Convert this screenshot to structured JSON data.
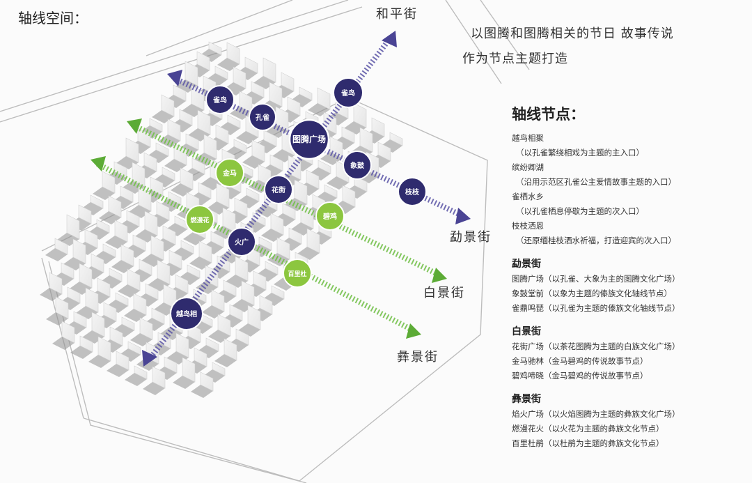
{
  "title": "轴线空间：",
  "streets": {
    "heping": "和平街",
    "mengjing": "勐景街",
    "baijing": "白景街",
    "yijing": "彝景街"
  },
  "theme": {
    "line1": "以图腾和图腾相关的节日 故事传说",
    "line2": "作为节点主题打造"
  },
  "colors": {
    "purple_node": "#2f2b6e",
    "green_node": "#8cc63f",
    "purple_axis": "#5b55a6",
    "green_axis": "#6fbf44"
  },
  "nodes": {
    "tuteng": "图腾广场",
    "purple_1": "雀鸟",
    "purple_2": "孔雀",
    "purple_3": "雀鸟",
    "purple_4": "象鼓",
    "purple_5": "枝枝",
    "purple_6": "花街",
    "purple_7": "火广",
    "purple_8": "越鸟相",
    "green_1": "金马",
    "green_2": "碧鸡",
    "green_3": "燃漫花",
    "green_4": "百里杜"
  },
  "legend": {
    "heading": "轴线节点：",
    "axis_items": [
      {
        "name": "越鸟相聚",
        "desc": "（以孔雀繁绕相戏为主题的主入口）"
      },
      {
        "name": "缤纷卿湖",
        "desc": "（沿用示范区孔雀公主爱情故事主题的入口）"
      },
      {
        "name": "雀栖水乡",
        "desc": "（以孔雀栖息停歇为主题的次入口）"
      },
      {
        "name": "枝枝洒恩",
        "desc": "（还原缅桂枝洒水祈福，打造迎宾的次入口）"
      }
    ],
    "sections": [
      {
        "title": "勐景街",
        "items": [
          "图腾广场（以孔雀、大象为主的图腾文化广场）",
          "象鼓堂前（以象为主题的傣族文化轴线节点）",
          "雀鼎鸣琵（以孔雀为主题的傣族文化轴线节点）"
        ]
      },
      {
        "title": "白景街",
        "items": [
          "花街广场（以茶花图腾为主题的白族文化广场）",
          "金马驰林（金马碧鸡的传说故事节点）",
          "碧鸡啼晓（金马碧鸡的传说故事节点）"
        ]
      },
      {
        "title": "彝景街",
        "items": [
          "焰火广场（以火焰图腾为主题的彝族文化广场）",
          "燃漫花火（以火花为主题的彝族文化节点）",
          "百里杜鹃（以杜鹃为主题的彝族文化节点）"
        ]
      }
    ]
  }
}
